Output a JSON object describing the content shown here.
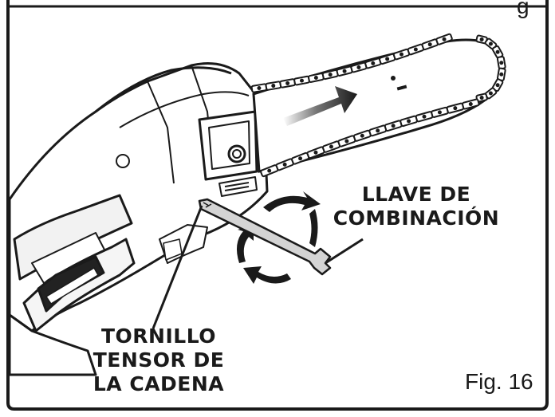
{
  "figure": {
    "fig_label": "Fig. 16",
    "top_right_fragment": "g",
    "callouts": {
      "wrench": [
        "LLAVE DE",
        "COMBINACIÓN"
      ],
      "tension_screw": [
        "TORNILLO",
        "TENSOR DE",
        "LA CADENA"
      ]
    }
  },
  "icons": {
    "direction_arrow": "arrow-right-icon",
    "rotation_arrows": "rotate-arrows-icon"
  }
}
